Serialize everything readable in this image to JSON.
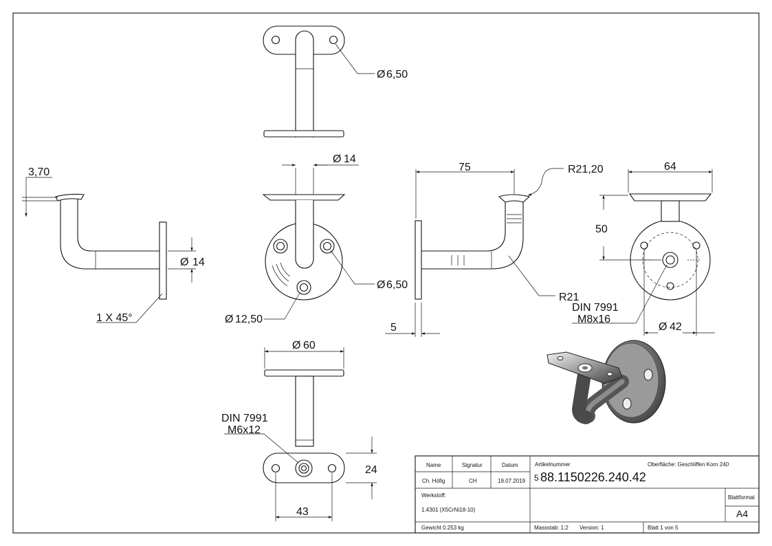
{
  "dimensions": {
    "d650_top": "6,50",
    "d14_top": "14",
    "d14_side": "14",
    "d650_front": "6,50",
    "d1250": "12,50",
    "d60": "60",
    "w75": "75",
    "r2120": "R21,20",
    "r21": "R21",
    "w5": "5",
    "w64": "64",
    "h50": "50",
    "d42": "42",
    "t370": "3,70",
    "chamfer": "1 X 45°",
    "h24": "24",
    "w43": "43"
  },
  "diameter_symbol": "Ø",
  "callouts": {
    "din_right": {
      "line1": "DIN 7991",
      "line2": "M8x16"
    },
    "din_bottom": {
      "line1": "DIN 7991",
      "line2": "M6x12"
    }
  },
  "title_block": {
    "name_label": "Name",
    "signatur_label": "Signatur",
    "datum_label": "Datum",
    "name_value": "Ch. Höfig",
    "signatur_value": "CH",
    "datum_value": "19.07.2019",
    "artikel_label": "Artikelnummer",
    "oberflaeche": "Oberfläche:  Geschliffen Korn 240",
    "artikel_prefix": "5",
    "artikel_value": "88.1150226.240.42",
    "werkstoff_label": "Werkstoff:",
    "werkstoff_value": "1.4301 (X5CrNi18-10)",
    "blattformat_label": "Blattformat",
    "blattformat_value": "A4",
    "gewicht": "Gewicht 0.253 kg",
    "massstab": "Massstab: 1:2",
    "version": "Version: 1",
    "blatt": "Blatt 1 von 5"
  },
  "colors": {
    "line": "#111111",
    "metal_dark": "#3a3a3a",
    "metal_light": "#e6e6e6"
  }
}
